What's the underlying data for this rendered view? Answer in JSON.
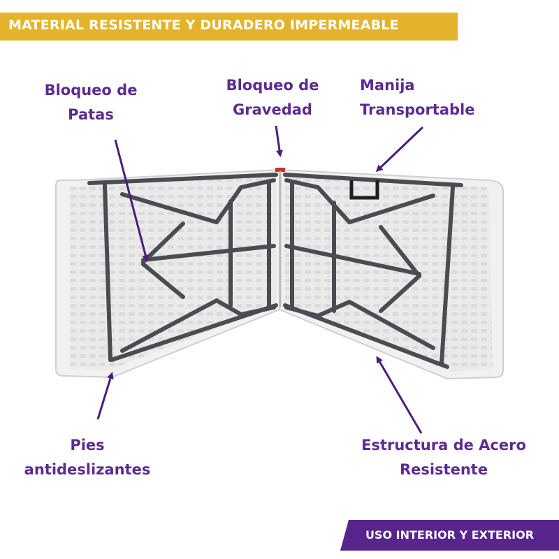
{
  "top_banner": {
    "text": "MATERIAL RESISTENTE Y DURADERO IMPERMEABLE"
  },
  "labels": {
    "bloqueo_patas": [
      "Bloqueo de",
      "Patas"
    ],
    "bloqueo_gravedad": [
      "Bloqueo de",
      "Gravedad"
    ],
    "manija": [
      "Manija",
      "Transportable"
    ],
    "pies": [
      "Pies",
      "antideslizantes"
    ],
    "estructura": [
      "Estructura de Acero",
      "Resistente"
    ]
  },
  "bottom_banner": {
    "text": "USO INTERIOR Y EXTERIOR"
  },
  "colors": {
    "accent_yellow": "#e3b42b",
    "accent_purple": "#57258c",
    "label_purple": "#5b2c8e",
    "arrow_purple": "#4a1f78",
    "tabletop": "#ececec",
    "steel_frame": "#4a4c52"
  }
}
